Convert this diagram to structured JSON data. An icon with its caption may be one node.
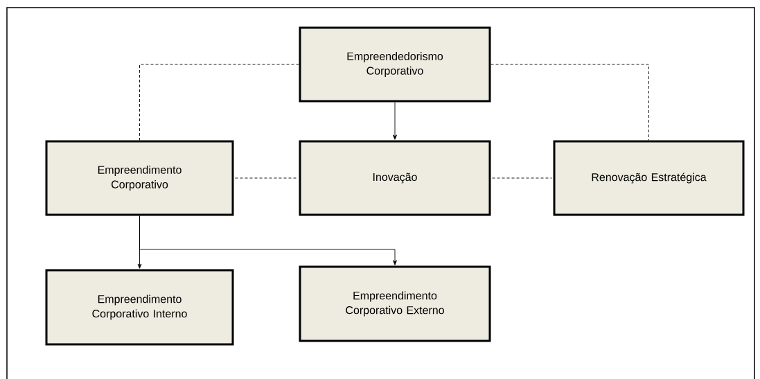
{
  "diagram": {
    "nodes": [
      {
        "text": [
          "Empreendedorismo Corporativo"
        ]
      },
      {
        "text": [
          "Empreendimento Corporativo"
        ]
      },
      {
        "text": [
          "Inovação"
        ]
      },
      {
        "text": [
          "Renovação Estratégica"
        ]
      },
      {
        "text": [
          "Empreendimento Corporativo Interno"
        ]
      },
      {
        "text": [
          "Empreendimento Corporativo Externo"
        ]
      }
    ],
    "edges": [
      {
        "from": 0,
        "to": 2,
        "arrow": "to"
      },
      {
        "from": 0,
        "to": 1,
        "arrow": "none",
        "style": "dashed"
      },
      {
        "from": 0,
        "to": 3,
        "arrow": "none",
        "style": "dashed"
      },
      {
        "from": 1,
        "to": 2,
        "arrow": "none",
        "style": "dashed"
      },
      {
        "from": 2,
        "to": 3,
        "arrow": "none",
        "style": "dashed"
      },
      {
        "from": 1,
        "to": 4,
        "arrow": "to"
      },
      {
        "from": 1,
        "to": 5,
        "arrow": "to"
      }
    ]
  }
}
